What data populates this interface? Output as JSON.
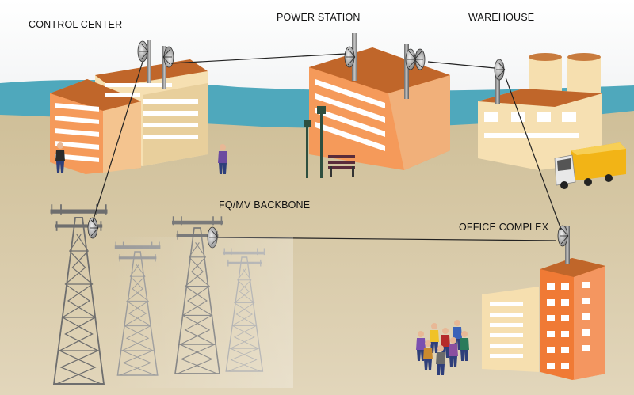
{
  "labels": {
    "control_center": "CONTROL CENTER",
    "power_station": "POWER STATION",
    "warehouse": "WAREHOUSE",
    "backbone": "FQ/MV BACKBONE",
    "office_complex": "OFFICE COMPLEX"
  },
  "colors": {
    "ground": "#d8c9a6",
    "sea": "#4fa8bc",
    "building_orange": "#f59a5a",
    "building_cream": "#f6e0b2",
    "roof_brown": "#c0662a",
    "office_orange": "#f07a35",
    "link_line": "#222222",
    "truck_yellow": "#f2b416"
  }
}
